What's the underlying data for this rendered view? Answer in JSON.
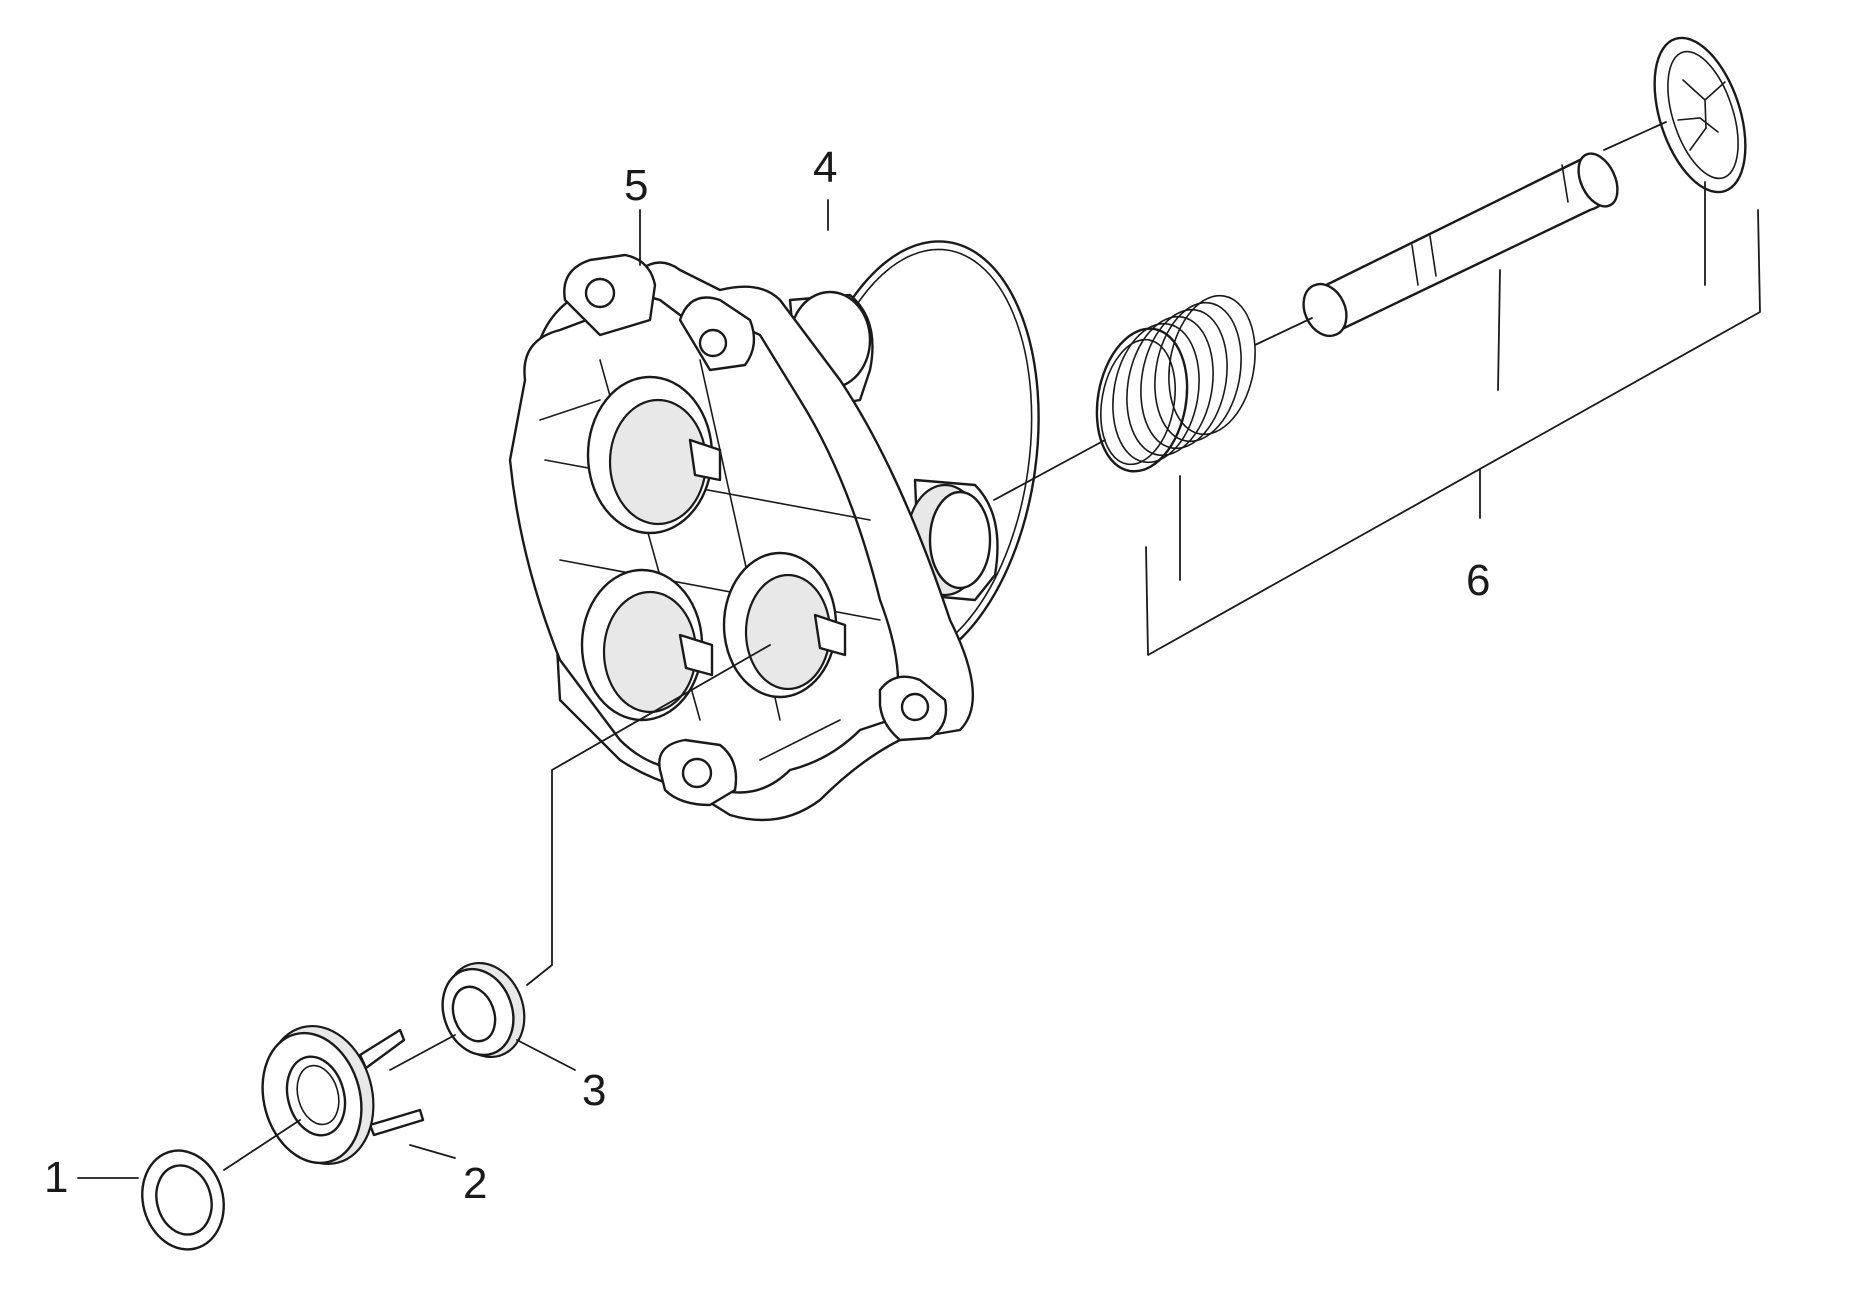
{
  "callouts": {
    "c1": "1",
    "c2": "2",
    "c3": "3",
    "c4": "4",
    "c5": "5",
    "c6": "6"
  },
  "colors": {
    "line": "#1a1a1a",
    "fill": "#ffffff",
    "shade": "#e8e8e8"
  }
}
